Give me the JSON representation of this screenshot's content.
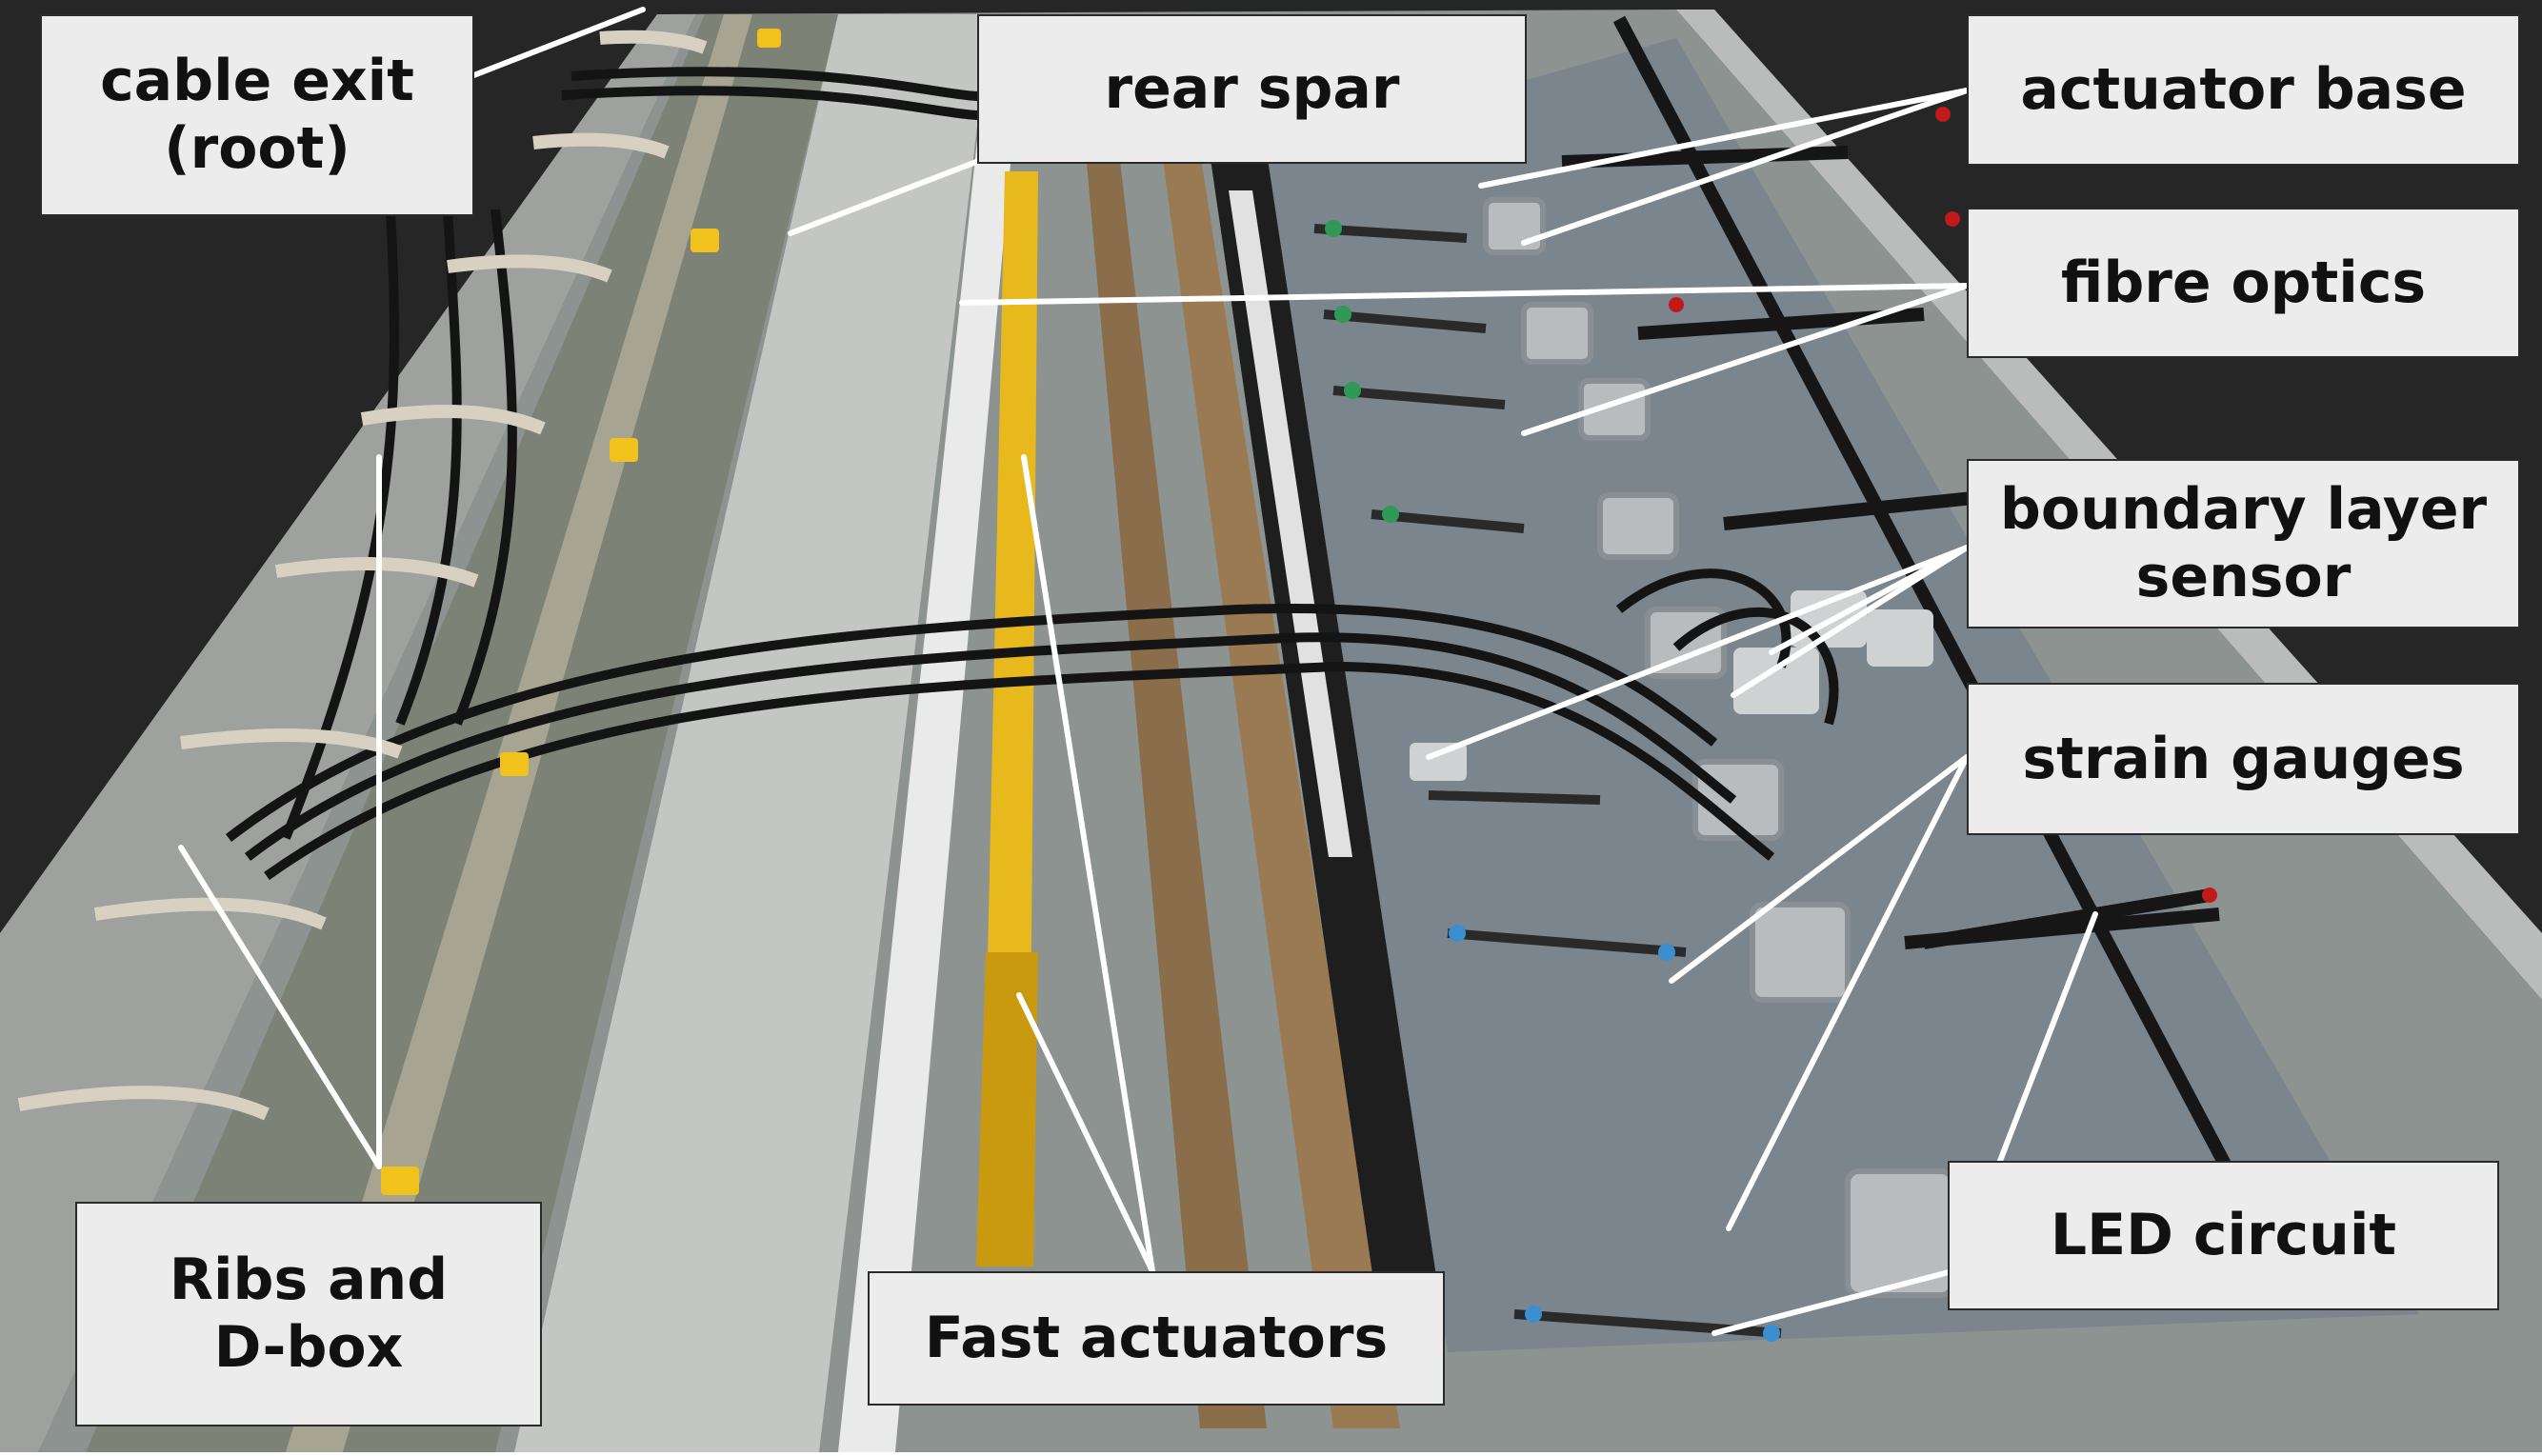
{
  "photo": {
    "subject": "instrumented wing section with exposed internal structure",
    "colors": {
      "background": "#262626",
      "wing_surface": "#8c9390",
      "sensor_panel": "#7b858d",
      "spar_strip": "#cdd0cd",
      "actuator_tape": "#e8b91c",
      "cables": "#141414",
      "leader_lines": "#ffffff",
      "label_fill": "#ececec",
      "label_border": "#2a2a2a"
    }
  },
  "labels": {
    "cable_exit": "cable exit\n(root)",
    "rear_spar": "rear spar",
    "actuator_base": "actuator base",
    "fibre_optics": "fibre optics",
    "boundary_layer_sensor": "boundary layer\nsensor",
    "strain_gauges": "strain gauges",
    "led_circuit": "LED circuit",
    "ribs_dbox": "Ribs and\nD-box",
    "fast_actuators": "Fast actuators"
  }
}
